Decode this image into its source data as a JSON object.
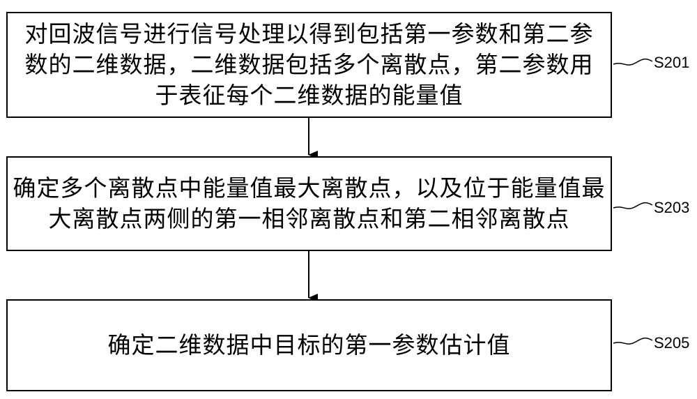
{
  "steps": [
    {
      "id": "S201",
      "text": "对回波信号进行信号处理以得到包括第一参数和第二参数的二维数据，二维数据包括多个离散点，第二参数用于表征每个二维数据的能量值"
    },
    {
      "id": "S203",
      "text": "确定多个离散点中能量值最大离散点，以及位于能量值最大离散点两侧的第一相邻离散点和第二相邻离散点"
    },
    {
      "id": "S205",
      "text": "确定二维数据中目标的第一参数估计值"
    }
  ],
  "colors": {
    "stroke": "#000000",
    "background": "#ffffff"
  }
}
